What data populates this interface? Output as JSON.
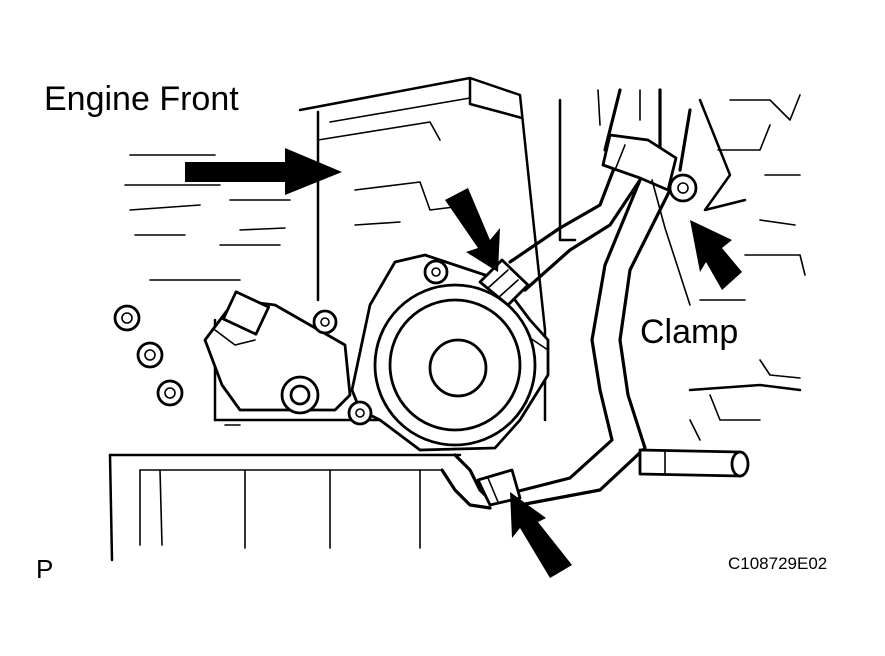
{
  "labels": {
    "engine_front": "Engine Front",
    "clamp": "Clamp",
    "view_letter": "P",
    "figure_code": "C108729E02"
  },
  "icons": [
    "arrow-icon",
    "bolt-icon",
    "hose-clamp-icon"
  ],
  "colors": {
    "ink": "#000000",
    "paper": "#ffffff"
  }
}
